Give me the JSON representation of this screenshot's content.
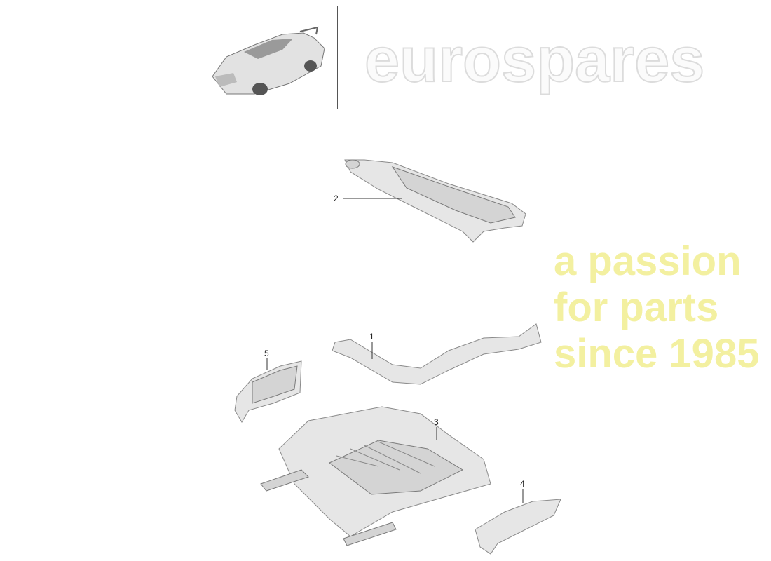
{
  "thumbnail": {
    "icon": "car-overview-image"
  },
  "parts": [
    {
      "number": "1"
    },
    {
      "number": "2"
    },
    {
      "number": "3"
    },
    {
      "number": "4"
    },
    {
      "number": "5"
    }
  ],
  "watermark": {
    "brand": "eurospares",
    "tagline": "a passion for parts since 1985",
    "tagline_color": "#f3f0a0"
  }
}
